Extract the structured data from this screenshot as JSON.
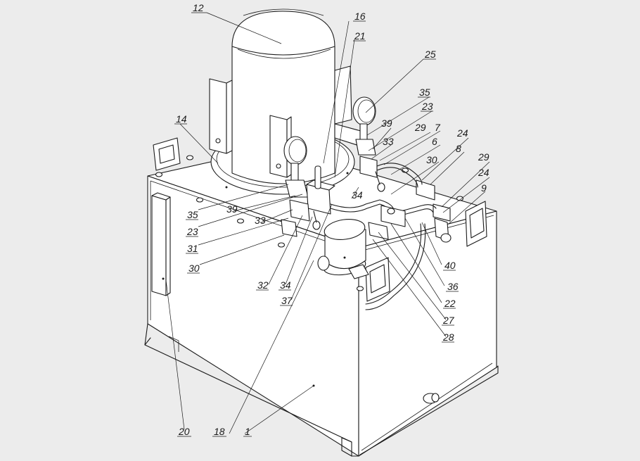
{
  "callouts": [
    {
      "id": "c12",
      "text": "12"
    },
    {
      "id": "c16",
      "text": "16"
    },
    {
      "id": "c21",
      "text": "21"
    },
    {
      "id": "c25",
      "text": "25"
    },
    {
      "id": "c35a",
      "text": "35"
    },
    {
      "id": "c23a",
      "text": "23"
    },
    {
      "id": "c14",
      "text": "14"
    },
    {
      "id": "c39a",
      "text": "39"
    },
    {
      "id": "c33a",
      "text": "33"
    },
    {
      "id": "c29a",
      "text": "29"
    },
    {
      "id": "c7",
      "text": "7"
    },
    {
      "id": "c24a",
      "text": "24"
    },
    {
      "id": "c6",
      "text": "6"
    },
    {
      "id": "c8",
      "text": "8"
    },
    {
      "id": "c30a",
      "text": "30"
    },
    {
      "id": "c29b",
      "text": "29"
    },
    {
      "id": "c24b",
      "text": "24"
    },
    {
      "id": "c9",
      "text": "9"
    },
    {
      "id": "c34a",
      "text": "34"
    },
    {
      "id": "c35b",
      "text": "35"
    },
    {
      "id": "c39b",
      "text": "39"
    },
    {
      "id": "c23b",
      "text": "23"
    },
    {
      "id": "c33b",
      "text": "33"
    },
    {
      "id": "c31",
      "text": "31"
    },
    {
      "id": "c30b",
      "text": "30"
    },
    {
      "id": "c32",
      "text": "32"
    },
    {
      "id": "c34b",
      "text": "34"
    },
    {
      "id": "c37",
      "text": "37"
    },
    {
      "id": "c40",
      "text": "40"
    },
    {
      "id": "c36",
      "text": "36"
    },
    {
      "id": "c22",
      "text": "22"
    },
    {
      "id": "c27",
      "text": "27"
    },
    {
      "id": "c28",
      "text": "28"
    },
    {
      "id": "c20",
      "text": "20"
    },
    {
      "id": "c18",
      "text": "18"
    },
    {
      "id": "c1",
      "text": "1"
    }
  ]
}
